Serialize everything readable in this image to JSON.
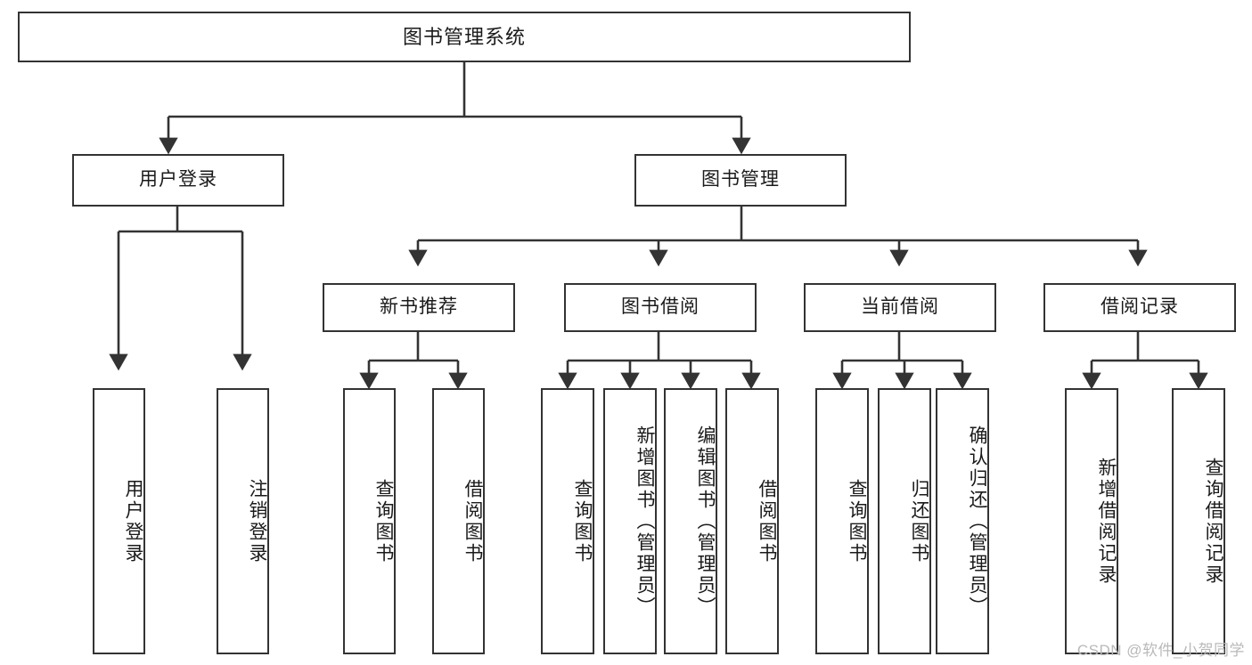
{
  "diagram": {
    "title": "图书管理系统",
    "type": "tree-hierarchy-chart",
    "watermark": "CSDN @软件_小贺同学",
    "colors": {
      "stroke": "#333333",
      "fill": "#ffffff",
      "text": "#1a1a1a",
      "watermark": "#b9b9b9"
    },
    "root": {
      "label": "图书管理系统"
    },
    "level2": [
      {
        "id": "user-login",
        "label": "用户登录"
      },
      {
        "id": "book-manage",
        "label": "图书管理"
      }
    ],
    "level3": [
      {
        "id": "new-book-recommend",
        "label": "新书推荐"
      },
      {
        "id": "book-borrow",
        "label": "图书借阅"
      },
      {
        "id": "current-borrow",
        "label": "当前借阅"
      },
      {
        "id": "borrow-record",
        "label": "借阅记录"
      }
    ],
    "leaves": {
      "user-login": [
        {
          "id": "leaf-user-login",
          "label": "用户登录"
        },
        {
          "id": "leaf-logout-login",
          "label": "注销登录"
        }
      ],
      "new-book-recommend": [
        {
          "id": "leaf-query-book-1",
          "label": "查询图书"
        },
        {
          "id": "leaf-borrow-book-1",
          "label": "借阅图书"
        }
      ],
      "book-borrow": [
        {
          "id": "leaf-query-book-2",
          "label": "查询图书"
        },
        {
          "id": "leaf-add-book",
          "label": "新增图书（管理员）"
        },
        {
          "id": "leaf-edit-book",
          "label": "编辑图书（管理员）"
        },
        {
          "id": "leaf-borrow-book-2",
          "label": "借阅图书"
        }
      ],
      "current-borrow": [
        {
          "id": "leaf-query-book-3",
          "label": "查询图书"
        },
        {
          "id": "leaf-return-book",
          "label": "归还图书"
        },
        {
          "id": "leaf-confirm-return",
          "label": "确认归还（管理员）"
        }
      ],
      "borrow-record": [
        {
          "id": "leaf-add-record",
          "label": "新增借阅记录"
        },
        {
          "id": "leaf-query-record",
          "label": "查询借阅记录"
        }
      ]
    }
  }
}
